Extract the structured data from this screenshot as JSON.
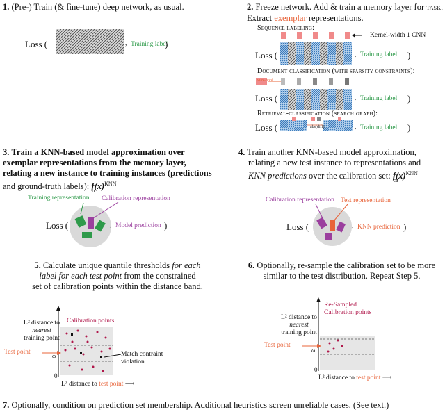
{
  "steps": {
    "s1": {
      "num": "1.",
      "text": "(Pre-) Train (& fine-tune) deep network, as usual."
    },
    "s2": {
      "num": "2.",
      "line1": "Freeze network. Add & train a memory layer for",
      "task": "task.",
      "line2a": "Extract",
      "exemplar": "exemplar",
      "line2b": "representations."
    },
    "s3": {
      "num": "3.",
      "line1": "Train a KNN-based model approximation over",
      "line2": "exemplar representations from the memory layer,",
      "line3": "relating a new instance to training instances (predictions",
      "line4a": "and ground-truth labels):",
      "fx": "f(x)",
      "sup": "KNN",
      "sub": "tr"
    },
    "s4": {
      "num": "4.",
      "line1": "Train another KNN-based model approximation,",
      "line2": "relating a new test instance to representations and",
      "line3a": "KNN predictions",
      "line3b": "over the calibration set:",
      "fx": "f(x)",
      "sup": "KNN",
      "sub": "ca"
    },
    "s5": {
      "num": "5.",
      "line1a": "Calculate unique quantile thresholds",
      "line1b": "for each",
      "line2a": "label for each test point",
      "line2b": "from the constrained",
      "line3": "set of calibration points within the distance band."
    },
    "s6": {
      "num": "6.",
      "line1": "Optionally, re-sample the calibration set to be more",
      "line2": "similar to the test distribution. Repeat Step 5."
    },
    "s7": {
      "num": "7.",
      "text": "Optionally, condition on prediction set membership. Additional heuristics screen unreliable cases. (See text.)"
    }
  },
  "panel1": {
    "loss": "Loss (",
    "label": "Training label",
    "close": ")"
  },
  "panel2": {
    "seq_title": "Sequence labeling:",
    "kernel_label": "Kernel-width 1 CNN",
    "doc_title": "Document classification (with sparsity constraints):",
    "maxpool": "Max-pool",
    "ret_title": "Retrieval-classification (search graph):",
    "abs_diff": "abs(diff)",
    "loss": "Loss (",
    "label": "Training label",
    "close": ")"
  },
  "panel3": {
    "train_rep": "Training representation",
    "cal_rep": "Calibration representation",
    "loss": "Loss (",
    "label": "Model prediction",
    "close": ")"
  },
  "panel4": {
    "cal_rep": "Calibration representation",
    "test_rep": "Test representation",
    "loss": "Loss (",
    "label": "KNN prediction",
    "close": ")"
  },
  "panel5": {
    "ylabel1": "L² distance to",
    "ylabel2": "nearest",
    "ylabel3": "training point",
    "cal_points": "Calibration points",
    "test_point": "Test point",
    "omega": "ω",
    "zero": "0",
    "violation1": "Match contraint",
    "violation2": "violation",
    "xlabel_a": "L² distance to",
    "xlabel_b": "test point"
  },
  "panel6": {
    "ylabel1": "L² distance to",
    "ylabel2": "nearest",
    "ylabel3": "training point",
    "resampled1": "Re-Sampled",
    "resampled2": "Calibration points",
    "test_point": "Test point",
    "omega": "ω",
    "zero": "0",
    "xlabel_a": "L² distance to",
    "xlabel_b": "test point"
  },
  "colors": {
    "green": "#2e9a4a",
    "orange": "#e8643a",
    "purple": "#9b3f9e",
    "blue": "#3b7fc4",
    "pink": "#f08a8a",
    "crimson": "#b0174a"
  }
}
